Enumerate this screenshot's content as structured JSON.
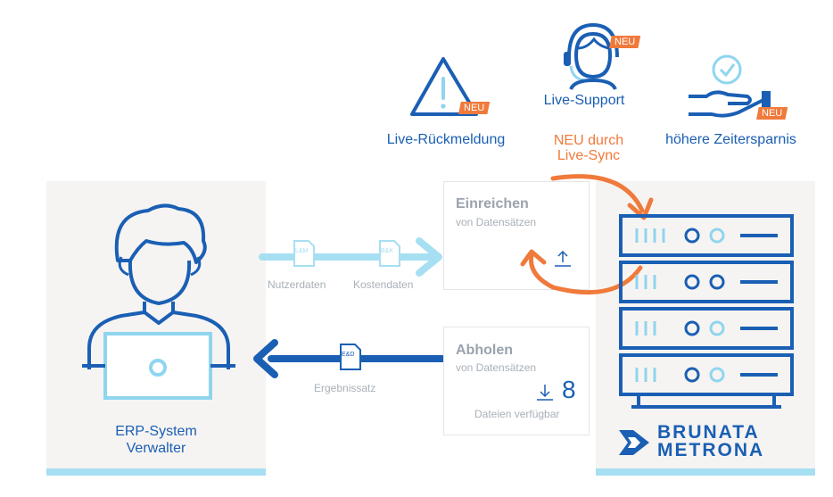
{
  "features": [
    {
      "label": "Live-Rückmeldung",
      "tag": "NEU",
      "icon": "warning-triangle-icon"
    },
    {
      "label": "Live-Support",
      "tag": "NEU",
      "icon": "headset-agent-icon"
    },
    {
      "label": "höhere Zeitersparnis",
      "tag": "NEU",
      "icon": "hand-clock-icon"
    }
  ],
  "livesync": {
    "line1": "NEU durch",
    "line2": "Live-Sync"
  },
  "erp": {
    "line1": "ERP-System",
    "line2": "Verwalter"
  },
  "upload_flow": {
    "doc1_label": "Nutzerdaten",
    "doc1_code": "L&M",
    "doc2_label": "Kostendaten",
    "doc2_code": "B&K"
  },
  "download_flow": {
    "doc_label": "Ergebnissatz",
    "doc_code": "E&D"
  },
  "submit_card": {
    "title": "Einreichen",
    "subtitle": "von Datensätzen"
  },
  "fetch_card": {
    "title": "Abholen",
    "subtitle": "von Datensätzen",
    "count": "8",
    "count_label": "Dateien verfügbar"
  },
  "brand": {
    "line1": "BRUNATA",
    "line2": "METRONA"
  },
  "colors": {
    "blue": "#1a5fb4",
    "light_blue": "#8fd5ef",
    "orange": "#f07a3b",
    "grey": "#a8b0b8"
  }
}
